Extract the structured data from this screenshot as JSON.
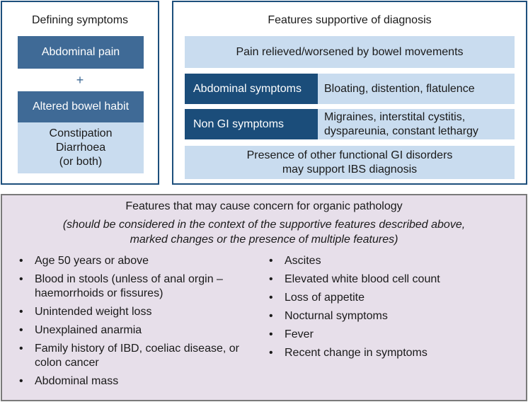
{
  "defining": {
    "title": "Defining symptoms",
    "pain": "Abdominal pain",
    "plus": "+",
    "bowel": "Altered bowel habit",
    "subtypes": [
      "Constipation",
      "Diarrhoea",
      "(or both)"
    ]
  },
  "supportive": {
    "title": "Features supportive of diagnosis",
    "pain_relief": "Pain relieved/worsened by bowel movements",
    "rows": [
      {
        "label": "Abdominal symptoms",
        "value": "Bloating, distention, flatulence"
      },
      {
        "label": "Non GI symptoms",
        "value_lines": [
          "Migraines, interstital cystitis,",
          "dyspareunia, constant lethargy"
        ]
      }
    ],
    "other_lines": [
      "Presence of other functional GI disorders",
      "may support IBS diagnosis"
    ]
  },
  "concern": {
    "title": "Features that may cause concern for organic pathology",
    "subtitle_lines": [
      "(should be considered in the context of the supportive features described above,",
      "marked changes or the presence of multiple features)"
    ],
    "left_items": [
      [
        "Age 50 years or above"
      ],
      [
        "Blood in stools (unless of anal orgin –",
        "haemorrhoids or fissures)"
      ],
      [
        "Unintended weight loss"
      ],
      [
        "Unexplained anarmia"
      ],
      [
        "Family history of IBD, coeliac disease, or",
        "colon cancer"
      ],
      [
        "Abdominal mass"
      ]
    ],
    "right_items": [
      [
        "Ascites"
      ],
      [
        "Elevated white blood cell count"
      ],
      [
        "Loss of appetite"
      ],
      [
        "Nocturnal symptoms"
      ],
      [
        "Fever"
      ],
      [
        "Recent change in symptoms"
      ]
    ]
  },
  "colors": {
    "dark_blue": "#1b4d7a",
    "mid_blue": "#3f6a96",
    "light_blue": "#c9dcef",
    "lavender": "#e7dfea",
    "border_blue": "#1d4f7c",
    "border_gray": "#7a7a7a"
  }
}
